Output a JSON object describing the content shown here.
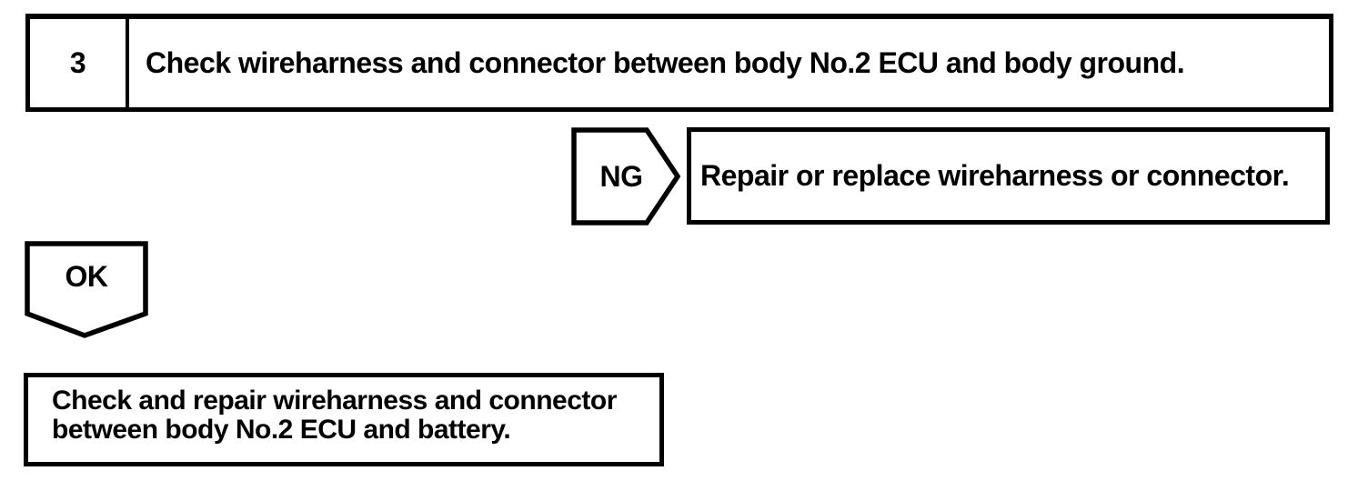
{
  "page": {
    "background": "#ffffff",
    "ink": "#000000"
  },
  "flowchart": {
    "step": {
      "number": "3",
      "instruction": "Check wireharness and connector between body No.2 ECU and body ground."
    },
    "ng_branch": {
      "label": "NG",
      "action": "Repair or replace wireharness or connector."
    },
    "ok_branch": {
      "label": "OK",
      "action_lines": [
        "Check and repair wireharness and connector",
        "between body No.2 ECU and battery."
      ]
    }
  }
}
